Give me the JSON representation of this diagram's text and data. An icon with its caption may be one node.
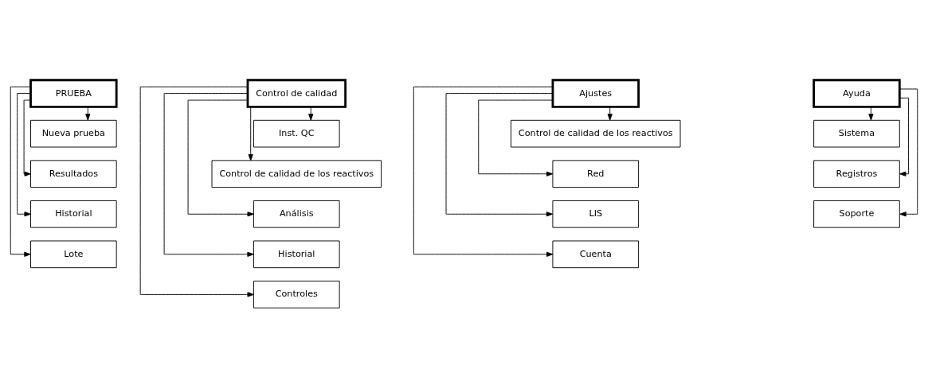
{
  "diagram": {
    "nodes": [
      {
        "text": [
          "PRUEBA"
        ]
      },
      {
        "text": [
          "Nueva prueba"
        ]
      },
      {
        "text": [
          "Resultados"
        ]
      },
      {
        "text": [
          "Historial"
        ]
      },
      {
        "text": [
          "Lote"
        ]
      },
      {
        "text": [
          "Control de calidad"
        ]
      },
      {
        "text": [
          "Inst. QC"
        ]
      },
      {
        "text": [
          "Control de calidad de los reactivos"
        ]
      },
      {
        "text": [
          "Análisis"
        ]
      },
      {
        "text": [
          "Historial"
        ]
      },
      {
        "text": [
          "Controles"
        ]
      },
      {
        "text": [
          "Ajustes"
        ]
      },
      {
        "text": [
          "Control de calidad de los reactivos"
        ]
      },
      {
        "text": [
          "Red"
        ]
      },
      {
        "text": [
          "LIS"
        ]
      },
      {
        "text": [
          "Cuenta"
        ]
      },
      {
        "text": [
          "Ayuda"
        ]
      },
      {
        "text": [
          "Sistema"
        ]
      },
      {
        "text": [
          "Registros"
        ]
      },
      {
        "text": [
          "Soporte"
        ]
      }
    ],
    "edges": [
      {
        "from": 0,
        "to": 1,
        "arrow": "to"
      },
      {
        "from": 0,
        "to": 2,
        "arrow": "to"
      },
      {
        "from": 0,
        "to": 3,
        "arrow": "to"
      },
      {
        "from": 0,
        "to": 4,
        "arrow": "to"
      },
      {
        "from": 5,
        "to": 6,
        "arrow": "to"
      },
      {
        "from": 5,
        "to": 7,
        "arrow": "to"
      },
      {
        "from": 5,
        "to": 8,
        "arrow": "to"
      },
      {
        "from": 5,
        "to": 9,
        "arrow": "to"
      },
      {
        "from": 5,
        "to": 10,
        "arrow": "to"
      },
      {
        "from": 11,
        "to": 12,
        "arrow": "to"
      },
      {
        "from": 11,
        "to": 13,
        "arrow": "to"
      },
      {
        "from": 11,
        "to": 14,
        "arrow": "to"
      },
      {
        "from": 11,
        "to": 15,
        "arrow": "to"
      },
      {
        "from": 16,
        "to": 17,
        "arrow": "to"
      },
      {
        "from": 16,
        "to": 18,
        "arrow": "to"
      },
      {
        "from": 16,
        "to": 19,
        "arrow": "to"
      }
    ]
  }
}
